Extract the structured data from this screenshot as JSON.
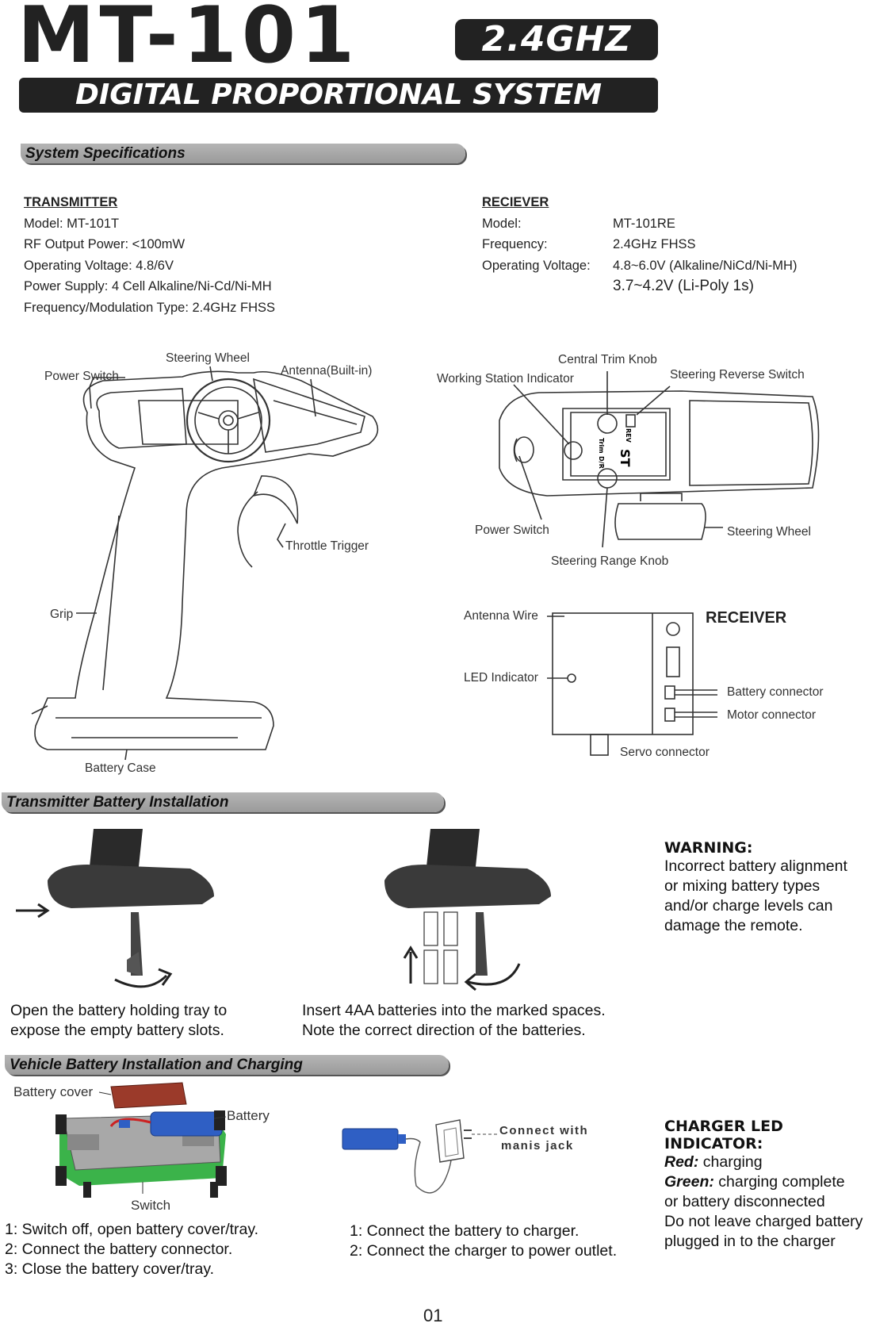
{
  "header": {
    "model": "MT-101",
    "band": "2.4GHZ",
    "subtitle": "DIGITAL PROPORTIONAL SYSTEM"
  },
  "sections": {
    "specs": "System Specifications",
    "tx_battery": "Transmitter Battery Installation",
    "vehicle_battery": "Vehicle Battery Installation and Charging"
  },
  "transmitter": {
    "heading": "TRANSMITTER",
    "lines": [
      "Model: MT-101T",
      "RF Output Power: <100mW",
      "Operating Voltage: 4.8/6V",
      "Power Supply: 4 Cell Alkaline/Ni-Cd/Ni-MH",
      "Frequency/Modulation Type: 2.4GHz FHSS"
    ]
  },
  "receiver_spec": {
    "heading": "RECIEVER",
    "rows": [
      {
        "label": "Model:",
        "value": "MT-101RE"
      },
      {
        "label": "Frequency:",
        "value": "2.4GHz FHSS"
      },
      {
        "label": "Operating Voltage:",
        "value": "4.8~6.0V (Alkaline/NiCd/Ni-MH)"
      }
    ],
    "extra_voltage": "3.7~4.2V (Li-Poly 1s)"
  },
  "tx_labels": {
    "power_switch": "Power Switch",
    "steering_wheel": "Steering Wheel",
    "antenna": "Antenna(Built-in)",
    "throttle": "Throttle Trigger",
    "grip": "Grip",
    "battery_case": "Battery Case"
  },
  "top_labels": {
    "central_trim": "Central Trim Knob",
    "working_station": "Working Station Indicator",
    "steering_reverse": "Steering Reverse Switch",
    "power_switch": "Power Switch",
    "steering_wheel": "Steering Wheel",
    "steering_range": "Steering Range Knob",
    "knob_st": "ST",
    "knob_rev": "REV",
    "knob_trim": "Trim",
    "knob_dr": "D/R"
  },
  "receiver_diagram": {
    "title": "RECEIVER",
    "antenna_wire": "Antenna Wire",
    "led": "LED Indicator",
    "battery_connector": "Battery connector",
    "motor_connector": "Motor connector",
    "servo_connector": "Servo connector"
  },
  "tx_battery": {
    "step1": [
      "Open the battery holding tray to",
      "expose the empty battery slots."
    ],
    "step2": [
      "Insert 4AA batteries into the marked spaces.",
      "Note the correct direction of the batteries."
    ],
    "warning_title": "WARNING:",
    "warning_lines": [
      "Incorrect battery alignment",
      "or mixing battery types",
      "and/or charge levels can",
      "damage the remote."
    ]
  },
  "vehicle": {
    "battery_cover": "Battery cover",
    "battery": "Battery",
    "switch": "Switch",
    "steps": [
      "1: Switch off, open battery cover/tray.",
      "2: Connect the battery connector.",
      "3: Close the battery cover/tray."
    ],
    "connect_with": [
      "Connect with",
      "manis jack"
    ],
    "charge_steps": [
      "1: Connect the battery to charger.",
      "2: Connect the charger to power outlet."
    ],
    "charger_title": [
      "CHARGER LED",
      "INDICATOR:"
    ],
    "red_label": "Red:",
    "red_text": "charging",
    "green_label": "Green:",
    "green_text": "charging complete",
    "green_text2": "or battery disconnected",
    "note_lines": [
      "Do not leave charged battery",
      "plugged in to the charger"
    ]
  },
  "page_number": "01",
  "colors": {
    "section_bar": "#a8a8a8",
    "battery_blue": "#2f5fc4",
    "chassis_green": "#3bb34a",
    "cover_red": "#9b3a2a"
  }
}
